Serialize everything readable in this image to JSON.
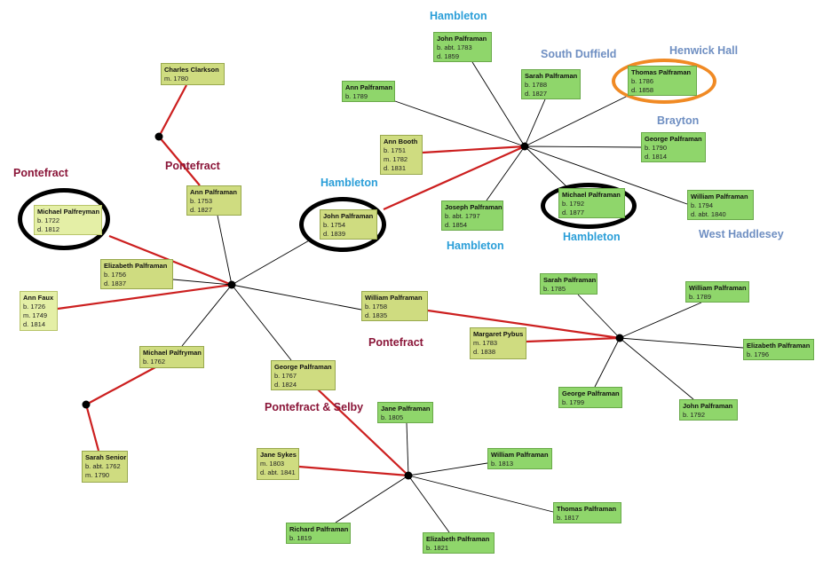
{
  "colors": {
    "spouse_line": "#cc1f1f",
    "child_line": "#000000",
    "highlight_black": "#000000",
    "highlight_orange": "#f08a24"
  },
  "places": [
    {
      "text": "Pontefract",
      "tone": "red"
    },
    {
      "text": "Pontefract",
      "tone": "red"
    },
    {
      "text": "Hambleton",
      "tone": "blue"
    },
    {
      "text": "Hambleton",
      "tone": "blue"
    },
    {
      "text": "South Duffield",
      "tone": "slate"
    },
    {
      "text": "Henwick Hall",
      "tone": "slate"
    },
    {
      "text": "Brayton",
      "tone": "slate"
    },
    {
      "text": "Hambleton",
      "tone": "blue"
    },
    {
      "text": "Hambleton",
      "tone": "blue"
    },
    {
      "text": "West Haddlesey",
      "tone": "slate"
    },
    {
      "text": "Pontefract",
      "tone": "red"
    },
    {
      "text": "Pontefract & Selby",
      "tone": "red"
    }
  ],
  "people": [
    {
      "name": "Charles Clarkson",
      "lines": [
        "m. 1780"
      ]
    },
    {
      "name": "Ann Palframan",
      "lines": [
        "b. 1753",
        "d. 1827"
      ]
    },
    {
      "name": "Michael Palfreyman",
      "lines": [
        "b. 1722",
        "d. 1812"
      ]
    },
    {
      "name": "Elizabeth Palframan",
      "lines": [
        "b. 1756",
        "d. 1837"
      ]
    },
    {
      "name": "Ann Faux",
      "lines": [
        "b. 1726",
        "m. 1749",
        "d. 1814"
      ]
    },
    {
      "name": "John Palframan",
      "lines": [
        "b. 1754",
        "d. 1839"
      ]
    },
    {
      "name": "Ann Booth",
      "lines": [
        "b. 1751",
        "m. 1782",
        "d. 1831"
      ]
    },
    {
      "name": "Ann Palframan",
      "lines": [
        "b. 1789"
      ]
    },
    {
      "name": "John Palframan",
      "lines": [
        "b. abt. 1783",
        "d. 1859"
      ]
    },
    {
      "name": "Sarah Palframan",
      "lines": [
        "b. 1788",
        "d. 1827"
      ]
    },
    {
      "name": "Thomas Palframan",
      "lines": [
        "b. 1786",
        "d. 1858"
      ]
    },
    {
      "name": "George Palframan",
      "lines": [
        "b. 1790",
        "d. 1814"
      ]
    },
    {
      "name": "William Palframan",
      "lines": [
        "b. 1794",
        "d. abt. 1840"
      ]
    },
    {
      "name": "Michael Palframan",
      "lines": [
        "b. 1792",
        "d. 1877"
      ]
    },
    {
      "name": "Joseph Palframan",
      "lines": [
        "b. abt. 1797",
        "d. 1854"
      ]
    },
    {
      "name": "William Palframan",
      "lines": [
        "b. 1758",
        "d. 1835"
      ]
    },
    {
      "name": "Margaret Pybus",
      "lines": [
        "m. 1783",
        "d. 1838"
      ]
    },
    {
      "name": "Sarah Palframan",
      "lines": [
        "b. 1785"
      ]
    },
    {
      "name": "William Palframan",
      "lines": [
        "b. 1789"
      ]
    },
    {
      "name": "Elizabeth Palframan",
      "lines": [
        "b. 1796"
      ]
    },
    {
      "name": "George Palframan",
      "lines": [
        "b. 1799"
      ]
    },
    {
      "name": "John Palframan",
      "lines": [
        "b. 1792"
      ]
    },
    {
      "name": "Michael Palfryman",
      "lines": [
        "b. 1762"
      ]
    },
    {
      "name": "Sarah Senior",
      "lines": [
        "b. abt. 1762",
        "m. 1790"
      ]
    },
    {
      "name": "George Palframan",
      "lines": [
        "b. 1767",
        "d. 1824"
      ]
    },
    {
      "name": "Jane Palframan",
      "lines": [
        "b. 1805"
      ]
    },
    {
      "name": "Jane Sykes",
      "lines": [
        "m. 1803",
        "d. abt. 1841"
      ]
    },
    {
      "name": "William Palframan",
      "lines": [
        "b. 1813"
      ]
    },
    {
      "name": "Thomas Palframan",
      "lines": [
        "b. 1817"
      ]
    },
    {
      "name": "Richard Palframan",
      "lines": [
        "b. 1819"
      ]
    },
    {
      "name": "Elizabeth Palframan",
      "lines": [
        "b. 1821"
      ]
    }
  ]
}
